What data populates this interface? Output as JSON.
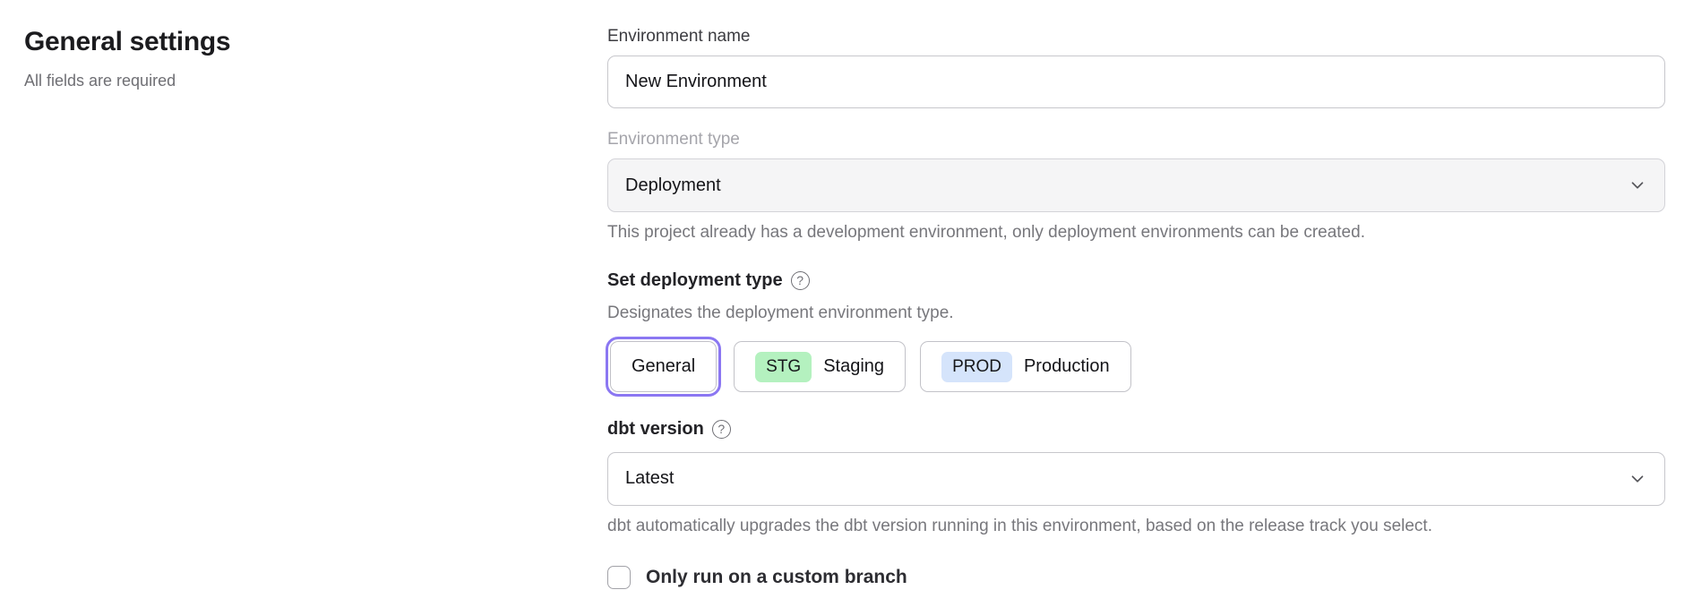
{
  "page": {
    "title": "General settings",
    "subtitle": "All fields are required"
  },
  "form": {
    "environment_name": {
      "label": "Environment name",
      "value": "New Environment"
    },
    "environment_type": {
      "label": "Environment type",
      "value": "Deployment",
      "disabled": true,
      "helper": "This project already has a development environment, only deployment environments can be created."
    },
    "deployment_type": {
      "title": "Set deployment type",
      "help_icon": "?",
      "description": "Designates the deployment environment type.",
      "options": [
        {
          "label": "General",
          "selected": true
        },
        {
          "badge": "STG",
          "label": "Staging",
          "selected": false
        },
        {
          "badge": "PROD",
          "label": "Production",
          "selected": false
        }
      ]
    },
    "dbt_version": {
      "label": "dbt version",
      "help_icon": "?",
      "value": "Latest",
      "helper": "dbt automatically upgrades the dbt version running in this environment, based on the release track you select."
    },
    "custom_branch": {
      "label": "Only run on a custom branch",
      "checked": false
    }
  },
  "colors": {
    "selected_ring": "#8b77f2",
    "staging_badge": "#b4f1bf",
    "production_badge": "#d5e4fb"
  }
}
